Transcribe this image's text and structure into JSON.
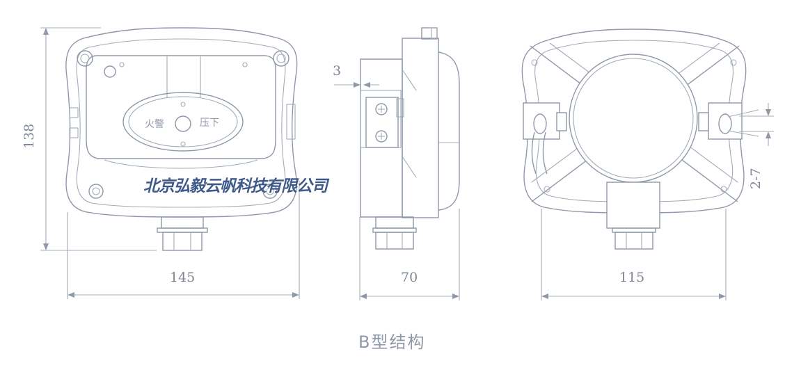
{
  "front_view": {
    "button_text_left": "火警",
    "button_text_right": "压下",
    "dim_width": "145",
    "dim_height": "138"
  },
  "side_view": {
    "dim_depth": "70",
    "dim_small": "3"
  },
  "back_view": {
    "dim_width": "115",
    "dim_slot": "2-7"
  },
  "watermark": "北京弘毅云帆科技有限公司",
  "caption": "B型结构"
}
